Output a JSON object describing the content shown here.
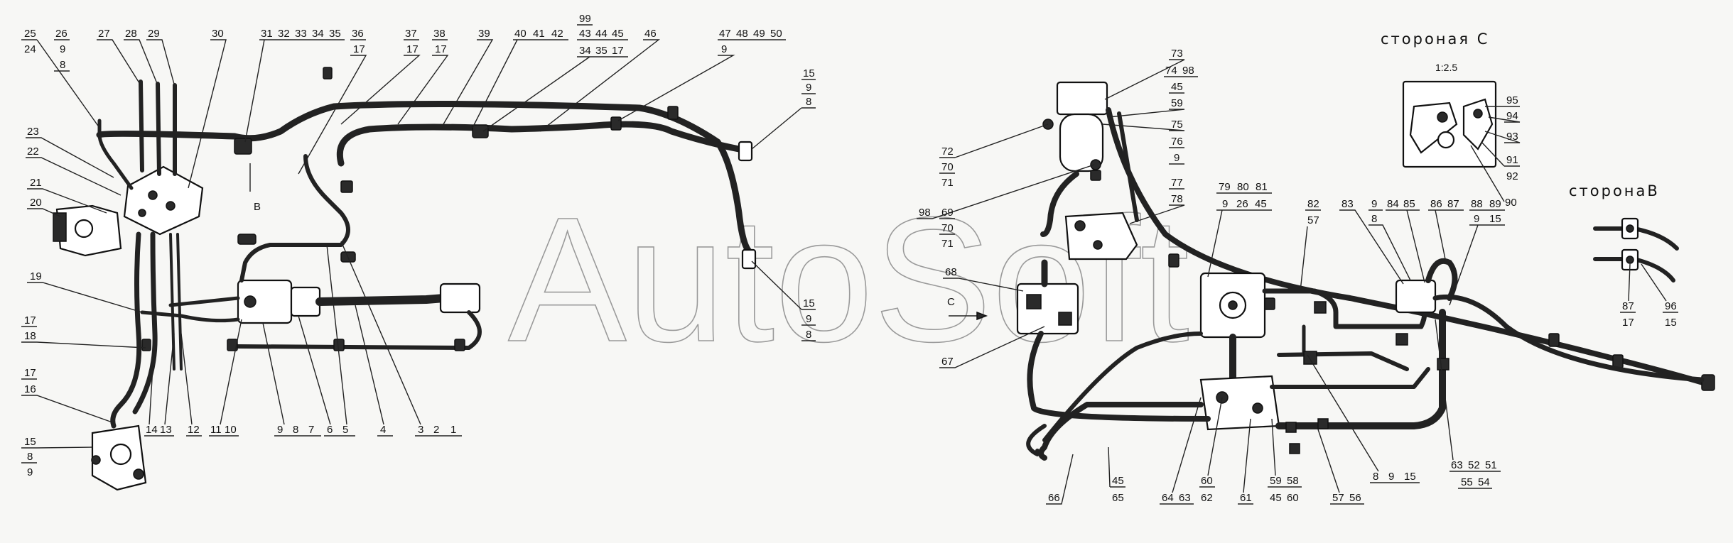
{
  "watermark": "AutoSoft",
  "views": {
    "side_c": {
      "title": "стороная C",
      "scale": "1:2.5"
    },
    "side_b": {
      "title": "сторонаB"
    },
    "arrow_b": "B",
    "arrow_c": "C"
  },
  "callouts_top_left": [
    "25",
    "26",
    "27",
    "28",
    "29",
    "30",
    "31",
    "32",
    "33",
    "34",
    "35",
    "36",
    "37",
    "38",
    "39",
    "40",
    "41",
    "42",
    "46",
    "47",
    "48",
    "49",
    "50",
    "99"
  ],
  "callout_texts": {
    "c25": "25",
    "c24": "24",
    "c26": "26",
    "c9a": "9",
    "c8a": "8",
    "c27": "27",
    "c28": "28",
    "c29": "29",
    "c30": "30",
    "c31": "31",
    "c32": "32",
    "c33": "33",
    "c34": "34",
    "c35": "35",
    "c36": "36",
    "c17a": "17",
    "c37": "37",
    "c17b": "17",
    "c38": "38",
    "c17c": "17",
    "c39": "39",
    "c40": "40",
    "c41": "41",
    "c42": "42",
    "c99": "99",
    "c43": "43",
    "c44": "44",
    "c45": "45",
    "c34b": "34",
    "c35b": "35",
    "c17d": "17",
    "c46": "46",
    "c47": "47",
    "c48": "48",
    "c49": "49",
    "c50": "50",
    "c9b": "9",
    "c15a": "15",
    "c9c": "9",
    "c8c": "8",
    "c23": "23",
    "c22": "22",
    "c21": "21",
    "c20": "20",
    "c19": "19",
    "c17e": "17",
    "c18": "18",
    "c17f": "17",
    "c16": "16",
    "c15b": "15",
    "c8d": "8",
    "c9d": "9",
    "c14": "14",
    "c13": "13",
    "c12": "12",
    "c11": "11",
    "c10": "10",
    "c9e": "9",
    "c8e": "8",
    "c7": "7",
    "c6": "6",
    "c5": "5",
    "c4": "4",
    "c3": "3",
    "c2": "2",
    "c1": "1",
    "c15c": "15",
    "c9f": "9",
    "c8f": "8",
    "c73": "73",
    "c74": "74",
    "c98a": "98",
    "c45b": "45",
    "c59": "59",
    "c75": "75",
    "c76": "76",
    "c9g": "9",
    "c77": "77",
    "c78": "78",
    "c72": "72",
    "c70": "70",
    "c71": "71",
    "c98b": "98",
    "c69": "69",
    "c70b": "70",
    "c71b": "71",
    "c79": "79",
    "c80": "80",
    "c81": "81",
    "c9h": "9",
    "c26b": "26",
    "c45c": "45",
    "c82": "82",
    "c57": "57",
    "c83": "83",
    "c9i": "9",
    "c8i": "8",
    "c84": "84",
    "c85": "85",
    "c86": "86",
    "c87": "87",
    "c88": "88",
    "c89": "89",
    "c9j": "9",
    "c15d": "15",
    "c68": "68",
    "c67": "67",
    "c95": "95",
    "c94": "94",
    "c93": "93",
    "c91": "91",
    "c92": "92",
    "c90": "90",
    "c87b": "87",
    "c17g": "17",
    "c96": "96",
    "c15e": "15",
    "c66": "66",
    "c45d": "45",
    "c65": "65",
    "c64": "64",
    "c63": "63",
    "c60": "60",
    "c62": "62",
    "c61": "61",
    "c59b": "59",
    "c58": "58",
    "c45e": "45",
    "c60b": "60",
    "c57b": "57",
    "c56": "56",
    "c8k": "8",
    "c9k": "9",
    "c15f": "15",
    "c63b": "63",
    "c52": "52",
    "c51": "51",
    "c55": "55",
    "c54": "54"
  }
}
